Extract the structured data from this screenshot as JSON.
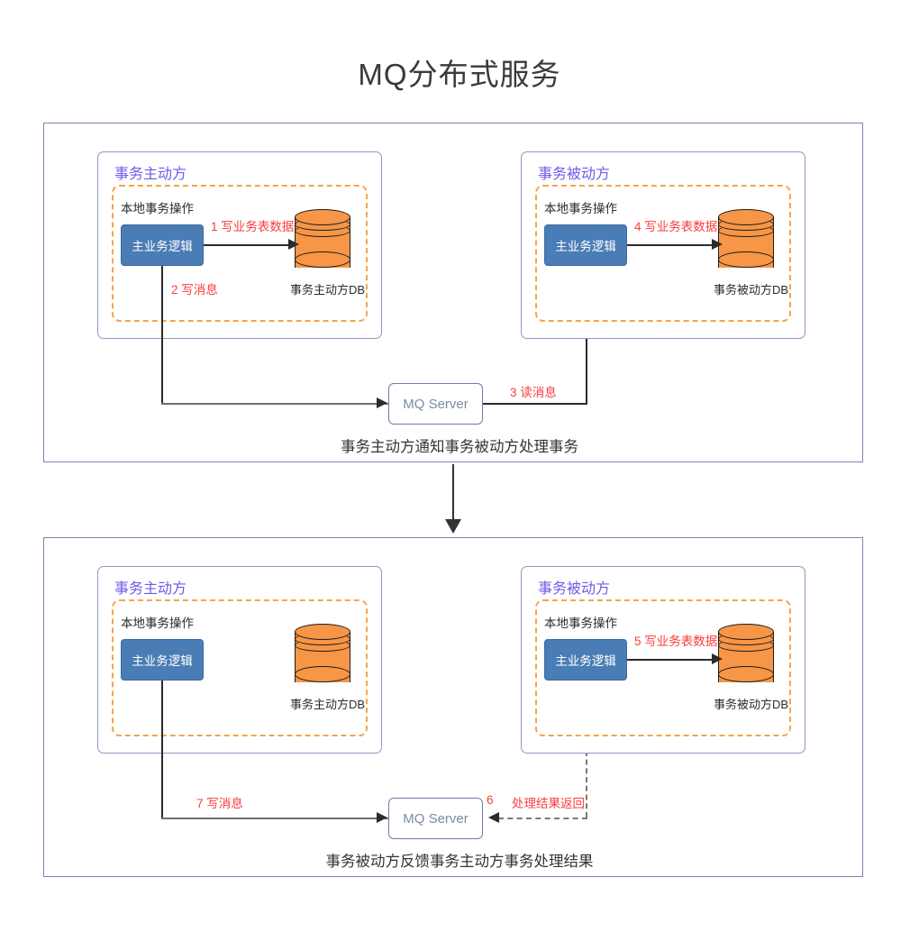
{
  "title": "MQ分布式服务",
  "labels": {
    "active_party": "事务主动方",
    "passive_party": "事务被动方",
    "local_tx": "本地事务操作",
    "biz_logic": "主业务逻辑",
    "active_db": "事务主动方DB",
    "passive_db": "事务被动方DB",
    "mq_server": "MQ Server"
  },
  "sections": [
    {
      "id": "section-top",
      "caption": "事务主动方通知事务被动方处理事务",
      "left_panel": {
        "party_title": "事务主动方",
        "local_tx_label": "本地事务操作",
        "biz_box_label": "主业务逻辑",
        "db_caption": "事务主动方DB"
      },
      "right_panel": {
        "party_title": "事务被动方",
        "local_tx_label": "本地事务操作",
        "biz_box_label": "主业务逻辑",
        "db_caption": "事务被动方DB"
      },
      "mq_label": "MQ Server",
      "steps": [
        {
          "num": "1",
          "text": "写业务表数据",
          "full": "1 写业务表数据"
        },
        {
          "num": "2",
          "text": "写消息",
          "full": "2  写消息"
        },
        {
          "num": "3",
          "text": "读消息",
          "full": "3  读消息"
        },
        {
          "num": "4",
          "text": "写业务表数据",
          "full": "4 写业务表数据"
        }
      ]
    },
    {
      "id": "section-bottom",
      "caption": "事务被动方反馈事务主动方事务处理结果",
      "left_panel": {
        "party_title": "事务主动方",
        "local_tx_label": "本地事务操作",
        "biz_box_label": "主业务逻辑",
        "db_caption": "事务主动方DB"
      },
      "right_panel": {
        "party_title": "事务被动方",
        "local_tx_label": "本地事务操作",
        "biz_box_label": "主业务逻辑",
        "db_caption": "事务被动方DB"
      },
      "mq_label": "MQ Server",
      "steps": [
        {
          "num": "5",
          "text": "写业务表数据",
          "full": "5 写业务表数据"
        },
        {
          "num": "6",
          "text": "处理结果返回",
          "full": "6"
        },
        {
          "num": "6b",
          "text": "处理结果返回",
          "full": "处理结果返回"
        },
        {
          "num": "7",
          "text": "写消息",
          "full": "7  写消息"
        }
      ]
    }
  ],
  "colors": {
    "frame_border": "#7b86ab",
    "panel_border": "#8e99bd",
    "party_title": "#6b5ce7",
    "dashed_orange": "#f5a44a",
    "biz_blue": "#4a7cb5",
    "db_orange": "#f79646",
    "mq_border": "#6b7fa8",
    "mq_text": "#7d8aa8",
    "step_red": "#fa3c3c",
    "line_dark": "#2b2b2b",
    "line_gray": "#6f6f6f"
  }
}
